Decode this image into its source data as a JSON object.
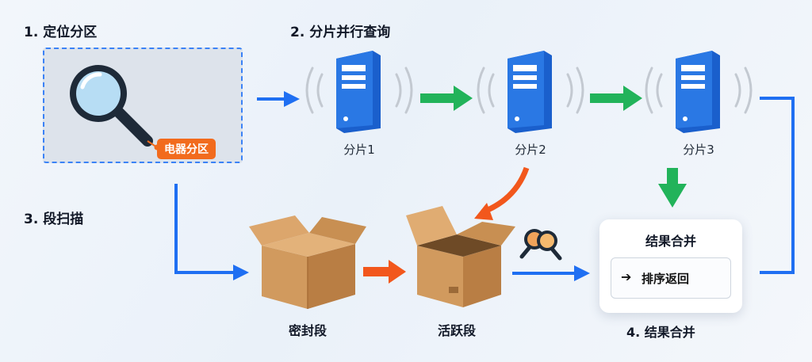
{
  "steps": {
    "locate": "1. 定位分区",
    "query": "2. 分片并行查询",
    "scan": "3. 段扫描",
    "merge": "4. 结果合并"
  },
  "partition": {
    "tag": "电器分区"
  },
  "shards": [
    {
      "label": "分片1"
    },
    {
      "label": "分片2"
    },
    {
      "label": "分片3"
    }
  ],
  "segments": {
    "sealed": "密封段",
    "active": "活跃段"
  },
  "merge_card": {
    "title": "结果合并",
    "arrow": "➔",
    "item": "排序返回"
  },
  "colors": {
    "blue_arrow": "#1f6ff2",
    "green_arrow": "#22b35a",
    "orange_arrow": "#f2571c",
    "server": "#2a78e4",
    "box": "#d19a5e",
    "tag": "#f26b1d"
  },
  "icons": {
    "partition": "magnifier-icon",
    "server": "server-icon",
    "segment": "cardboard-box-icon",
    "scan": "double-magnifier-icon"
  }
}
